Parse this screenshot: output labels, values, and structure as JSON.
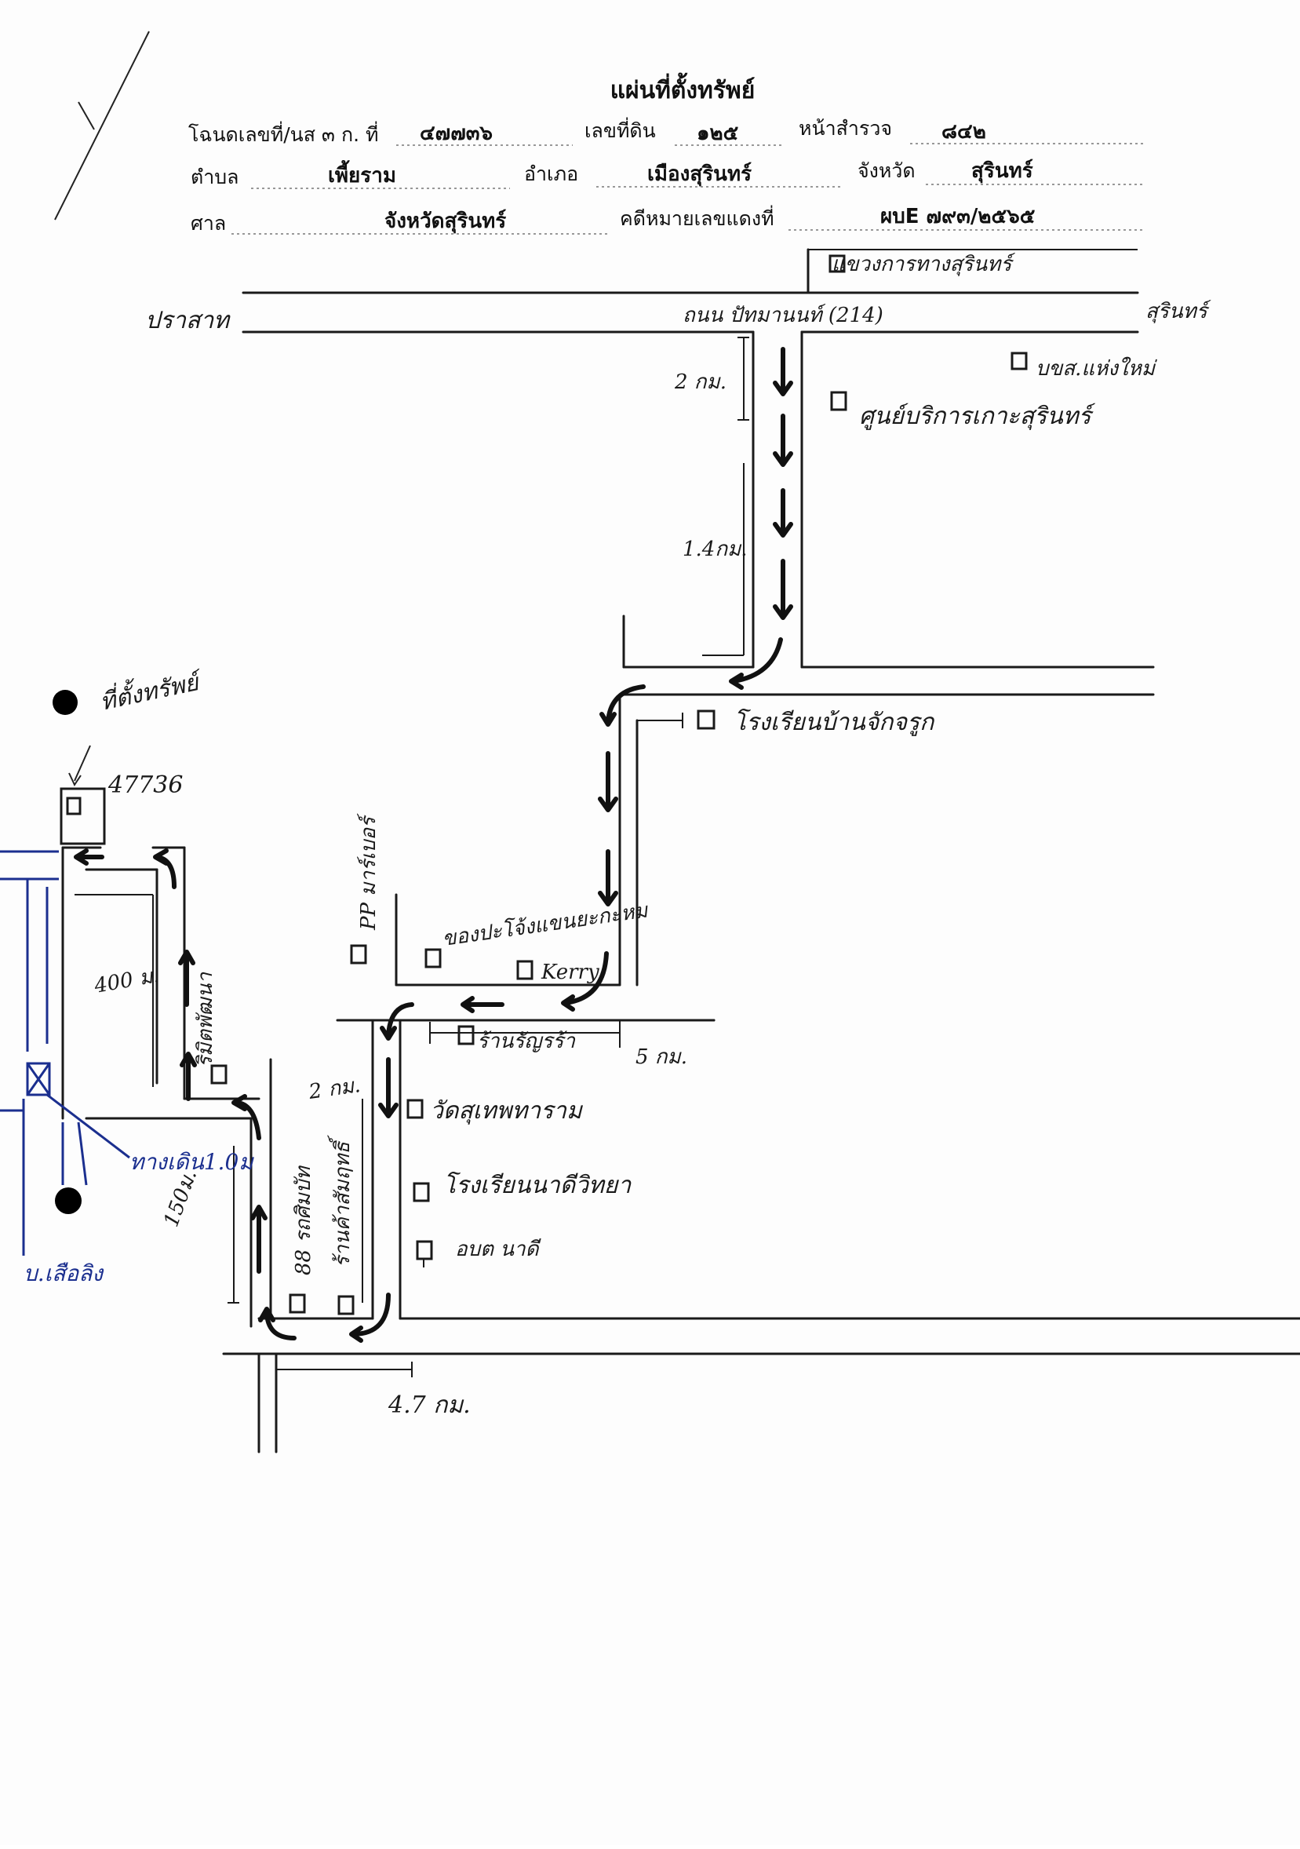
{
  "header": {
    "title": "แผ่นที่ตั้งทรัพย์",
    "deed_label": "โฉนดเลขที่/นส ๓ ก. ที่",
    "deed_value": "๔๗๗๓๖",
    "land_no_label": "เลขที่ดิน",
    "land_no_value": "๑๒๕",
    "survey_page_label": "หน้าสำรวจ",
    "survey_page_value": "๘๔๒",
    "subdistrict_label": "ตำบล",
    "subdistrict_value": "เพี้ยราม",
    "district_label": "อำเภอ",
    "district_value": "เมืองสุรินทร์",
    "province_label": "จังหวัด",
    "province_value": "สุรินทร์",
    "court_label": "ศาล",
    "court_value": "จังหวัดสุรินทร์",
    "case_label": "คดีหมายเลขแดงที่",
    "case_value": "ผบE ๗๙๓/๒๕๖๕"
  },
  "map": {
    "landmark_top_right": "แขวงการทางสุรินทร์",
    "road_left_end": "ปราสาท",
    "road_name": "ถนน ปัทมานนท์ (214)",
    "road_right_end": "สุรินทร์",
    "landmark_big_c": "บขส.แห่งใหม่",
    "landmark_center": "ศูนย์บริการเกาะสุรินทร์",
    "dist_2km": "2 กม.",
    "dist_14km": "1.4กม.",
    "school_ban": "โรงเรียนบ้านจักจรูก",
    "shop_left": "ของปะโจ้งแขนยะกะหม",
    "kerry": "Kerry",
    "pp_label": "PP มาร์เบอร์",
    "dist_5km": "5 กม.",
    "shop_right": "ร้านรัญรร้า",
    "wat": "วัดสุเทพทาราม",
    "school_nadi": "โรงเรียนนาดีวิทยา",
    "obt": "อบต นาดี",
    "dist_2km_b": "2 กม.",
    "shop_88": "88 รถศิมบัท",
    "shop_mid": "ร้านค้าสัมฤทธิ์",
    "dist_150m": "150ม.",
    "dist_47km": "4.7 กม.",
    "property_label": "ที่ตั้งทรัพย์",
    "parcel_no": "47736",
    "dist_400m": "400 ม.",
    "road_local": "ริมิตพัฒนา",
    "blue_note_1": "ทางเดิน1.0ม",
    "blue_note_2": "บ.เสือลิง"
  }
}
